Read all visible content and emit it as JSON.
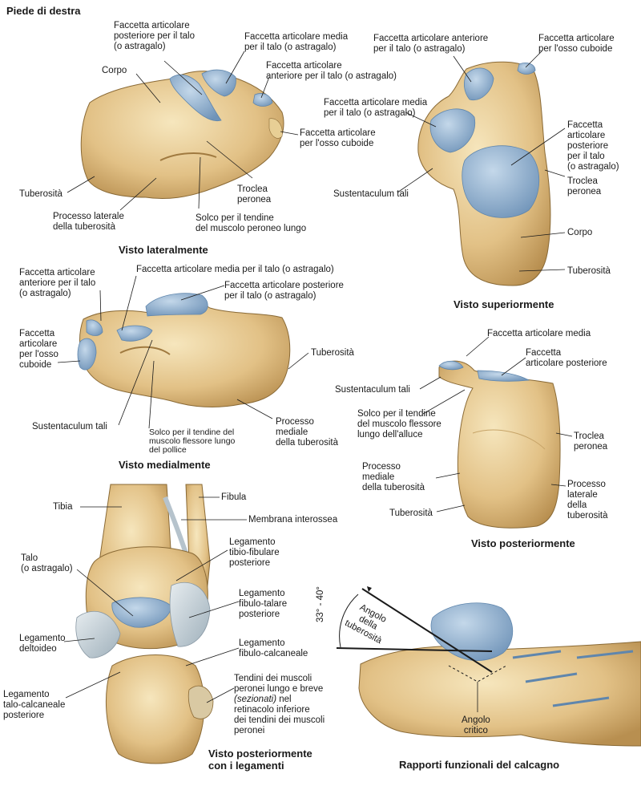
{
  "title": "Piede di destra",
  "views": {
    "lateral": {
      "caption": "Visto lateralmente",
      "labels": {
        "faccetta_posteriore": "Faccetta articolare\nposteriore per il talo\n(o astragalo)",
        "faccetta_media": "Faccetta articolare media\nper il talo (o astragalo)",
        "faccetta_anteriore": "Faccetta articolare\nanteriore per il talo (o astragalo)",
        "corpo": "Corpo",
        "faccetta_cuboide": "Faccetta articolare\nper l'osso cuboide",
        "tuberosita": "Tuberosità",
        "troclea": "Troclea\nperonea",
        "processo_laterale": "Processo laterale\ndella tuberosità",
        "solco_peroneo": "Solco per il tendine\ndel muscolo peroneo lungo"
      }
    },
    "superior": {
      "caption": "Visto superiormente",
      "labels": {
        "faccetta_anteriore": "Faccetta articolare anteriore\nper il talo (o astragalo)",
        "faccetta_cuboide": "Faccetta articolare\nper l'osso cuboide",
        "faccetta_media": "Faccetta articolare media\nper il talo (o astragalo)",
        "faccetta_posteriore": "Faccetta\narticolare\nposteriore\nper il talo\n(o astragalo)",
        "sustentaculum": "Sustentaculum tali",
        "troclea": "Troclea\nperonea",
        "corpo": "Corpo",
        "tuberosita": "Tuberosità"
      }
    },
    "medial": {
      "caption": "Visto medialmente",
      "labels": {
        "faccetta_anteriore": "Faccetta articolare\nanteriore per il talo\n(o astragalo)",
        "faccetta_media": "Faccetta articolare media per il talo (o astragalo)",
        "faccetta_posteriore": "Faccetta articolare posteriore\nper il talo (o astragalo)",
        "faccetta_cuboide": "Faccetta\narticolare\nper l'osso\ncuboide",
        "tuberosita": "Tuberosità",
        "sustentaculum": "Sustentaculum tali",
        "solco_flessore": "Solco per il tendine del\nmuscolo flessore lungo\ndel pollice",
        "processo_mediale": "Processo\nmediale\ndella tuberosità"
      }
    },
    "posterior": {
      "caption": "Visto posteriormente",
      "labels": {
        "faccetta_media": "Faccetta articolare media",
        "faccetta_posteriore": "Faccetta\narticolare posteriore",
        "sustentaculum": "Sustentaculum tali",
        "solco_flessore": "Solco per il tendine\ndel muscolo flessore\nlungo dell'alluce",
        "troclea": "Troclea\nperonea",
        "processo_mediale": "Processo\nmediale\ndella tuberosità",
        "processo_laterale": "Processo\nlaterale\ndella\ntuberosità",
        "tuberosita": "Tuberosità"
      }
    },
    "ligaments": {
      "caption": "Visto posteriormente\ncon i legamenti",
      "labels": {
        "tibia": "Tibia",
        "fibula": "Fibula",
        "membrana": "Membrana interossea",
        "tibio_fibulare": "Legamento\ntibio-fibulare\nposteriore",
        "talo": "Talo\n(o astragalo)",
        "fibulo_talare": "Legamento\nfibulo-talare\nposteriore",
        "deltoideo": "Legamento\ndeltoideo",
        "fibulo_calcaneale": "Legamento\nfibulo-calcaneale",
        "talo_calcaneale": "Legamento\ntalo-calcaneale\nposteriore",
        "tendini_a": "Tendini dei muscoli\nperonei lungo e breve",
        "tendini_b": "(sezionati)",
        "tendini_c": " nel\nretinacolo inferiore\ndei tendini dei muscoli\nperonei"
      }
    },
    "functional": {
      "caption": "Rapporti funzionali del calcagno",
      "labels": {
        "angolo_range": "33° - 40°",
        "angolo_tuberosita": "Angolo\ndella\ntuberosità",
        "angolo_critico": "Angolo\ncritico"
      }
    }
  },
  "colors": {
    "bone_light": "#f2dfb0",
    "bone_mid": "#dcb978",
    "bone_dark": "#b08a4c",
    "cartilage": "#8fb0cf",
    "cartilage_dark": "#5f86ad",
    "ligament": "#c9d3da"
  }
}
